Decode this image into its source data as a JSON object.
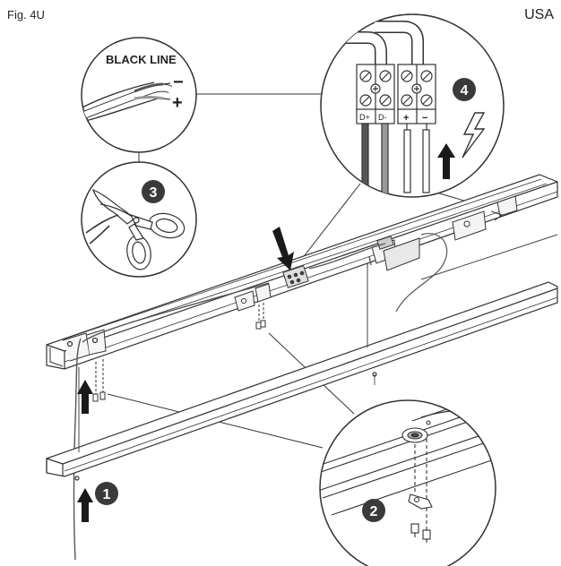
{
  "figure": {
    "label": "Fig. 4U",
    "region": "USA"
  },
  "callouts": {
    "wire": {
      "title": "BLACK LINE",
      "minus": "−",
      "plus": "+"
    },
    "terminal": {
      "d_plus": "D+",
      "d_minus": "D-",
      "plus": "+",
      "minus": "−"
    }
  },
  "steps": [
    "1",
    "2",
    "3",
    "4"
  ],
  "icons": {
    "power": "lightning-bolt-icon",
    "direction": "up-arrow-icon"
  },
  "colors": {
    "ink": "#1a1a1a",
    "line": "#333333",
    "badge": "#3a3a3a",
    "badge_text": "#ffffff"
  }
}
